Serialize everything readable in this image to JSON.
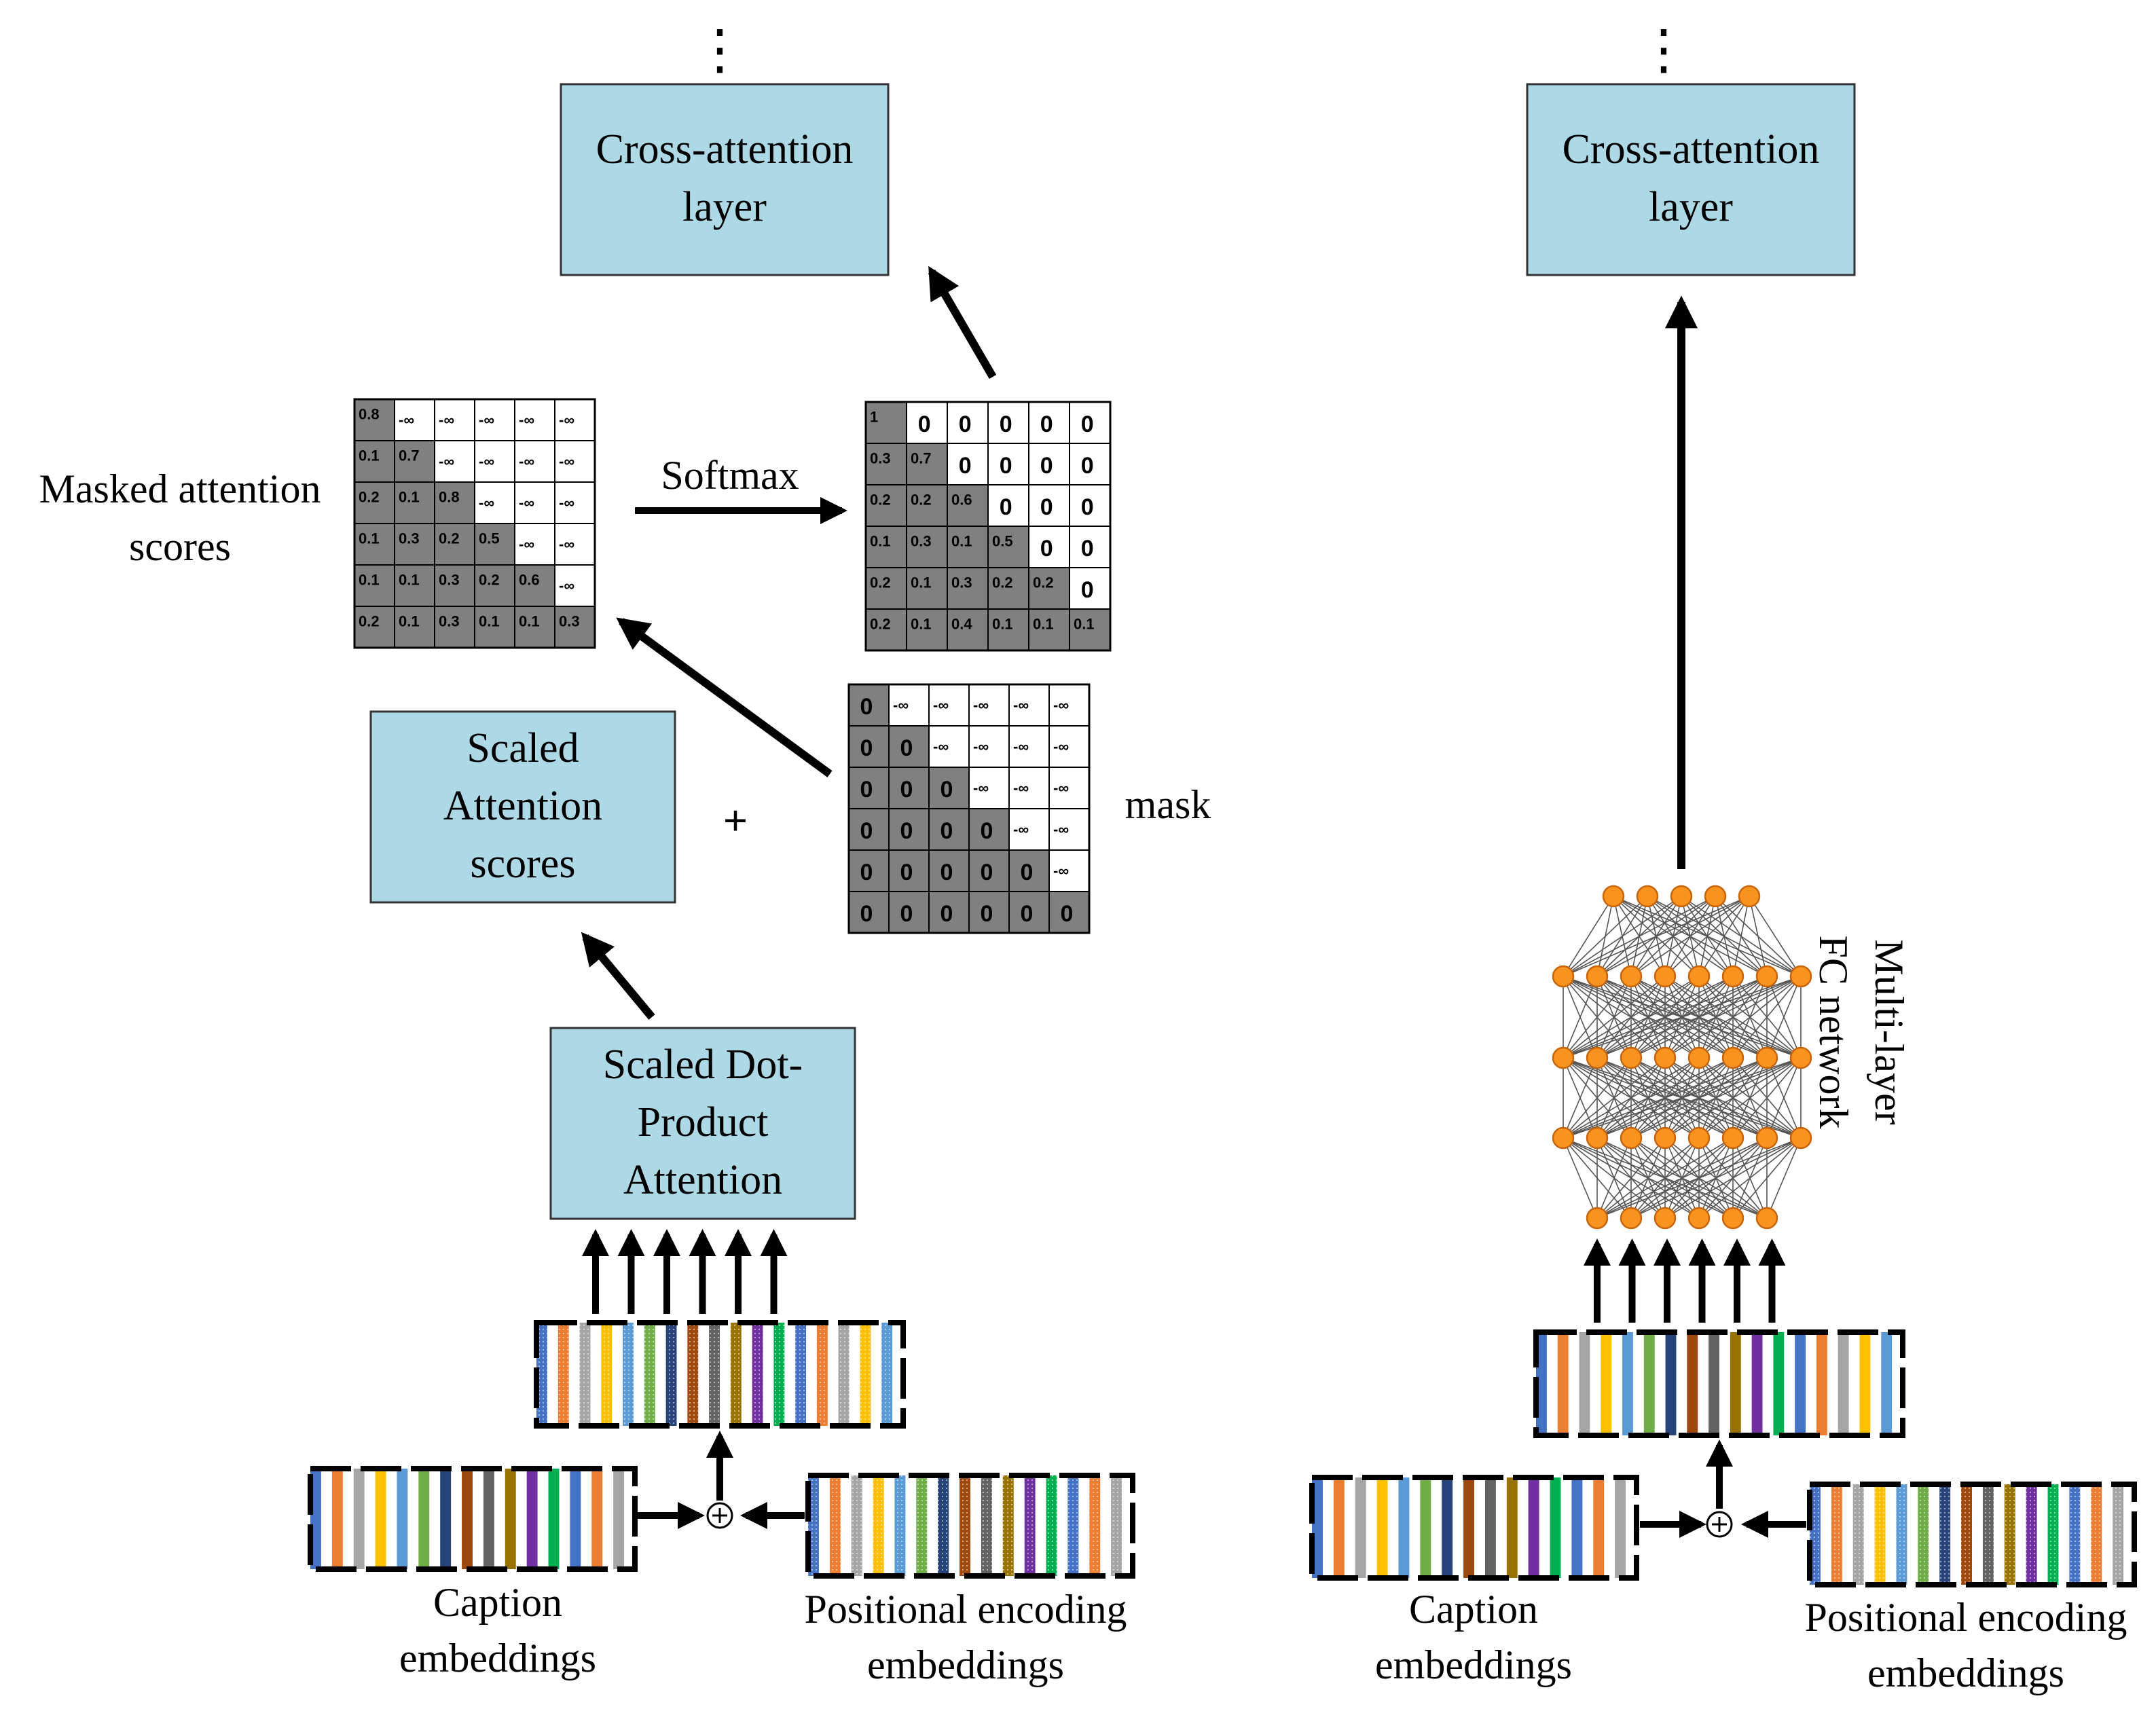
{
  "dots": "⋮",
  "cross_attention_box": [
    "Cross-attention",
    "layer"
  ],
  "scaled_attention_box": [
    "Scaled",
    "Attention",
    "scores"
  ],
  "dot_product_box": [
    "Scaled Dot-",
    "Product",
    "Attention"
  ],
  "masked_label": [
    "Masked attention",
    "scores"
  ],
  "softmax_label": "Softmax",
  "plus_sign": "+",
  "mask_label": "mask",
  "caption_label": [
    "Caption",
    "embeddings"
  ],
  "positional_label": [
    "Positional encoding",
    "embeddings"
  ],
  "mlp_label": [
    "Multi-layer",
    "FC network"
  ],
  "masked_scores": [
    [
      "0.8",
      "-∞",
      "-∞",
      "-∞",
      "-∞",
      "-∞"
    ],
    [
      "0.1",
      "0.7",
      "-∞",
      "-∞",
      "-∞",
      "-∞"
    ],
    [
      "0.2",
      "0.1",
      "0.8",
      "-∞",
      "-∞",
      "-∞"
    ],
    [
      "0.1",
      "0.3",
      "0.2",
      "0.5",
      "-∞",
      "-∞"
    ],
    [
      "0.1",
      "0.1",
      "0.3",
      "0.2",
      "0.6",
      "-∞"
    ],
    [
      "0.2",
      "0.1",
      "0.3",
      "0.1",
      "0.1",
      "0.3"
    ]
  ],
  "softmax_scores": [
    [
      "1",
      "0",
      "0",
      "0",
      "0",
      "0"
    ],
    [
      "0.3",
      "0.7",
      "0",
      "0",
      "0",
      "0"
    ],
    [
      "0.2",
      "0.2",
      "0.6",
      "0",
      "0",
      "0"
    ],
    [
      "0.1",
      "0.3",
      "0.1",
      "0.5",
      "0",
      "0"
    ],
    [
      "0.2",
      "0.1",
      "0.3",
      "0.2",
      "0.2",
      "0"
    ],
    [
      "0.2",
      "0.1",
      "0.4",
      "0.1",
      "0.1",
      "0.1"
    ]
  ],
  "mask_matrix": [
    [
      "0",
      "-∞",
      "-∞",
      "-∞",
      "-∞",
      "-∞"
    ],
    [
      "0",
      "0",
      "-∞",
      "-∞",
      "-∞",
      "-∞"
    ],
    [
      "0",
      "0",
      "0",
      "-∞",
      "-∞",
      "-∞"
    ],
    [
      "0",
      "0",
      "0",
      "0",
      "-∞",
      "-∞"
    ],
    [
      "0",
      "0",
      "0",
      "0",
      "0",
      "-∞"
    ],
    [
      "0",
      "0",
      "0",
      "0",
      "0",
      "0"
    ]
  ],
  "colors": {
    "box_fill": "#add8e6",
    "cell_gray": "#808080",
    "node_orange": "#f7931e",
    "node_stroke": "#c8650a",
    "stripe_palette": [
      "#4472c4",
      "#ed7d31",
      "#a5a5a5",
      "#ffc000",
      "#5b9bd5",
      "#70ad47",
      "#264478",
      "#9e480e",
      "#636363",
      "#997300",
      "#7030a0",
      "#00b050"
    ]
  }
}
